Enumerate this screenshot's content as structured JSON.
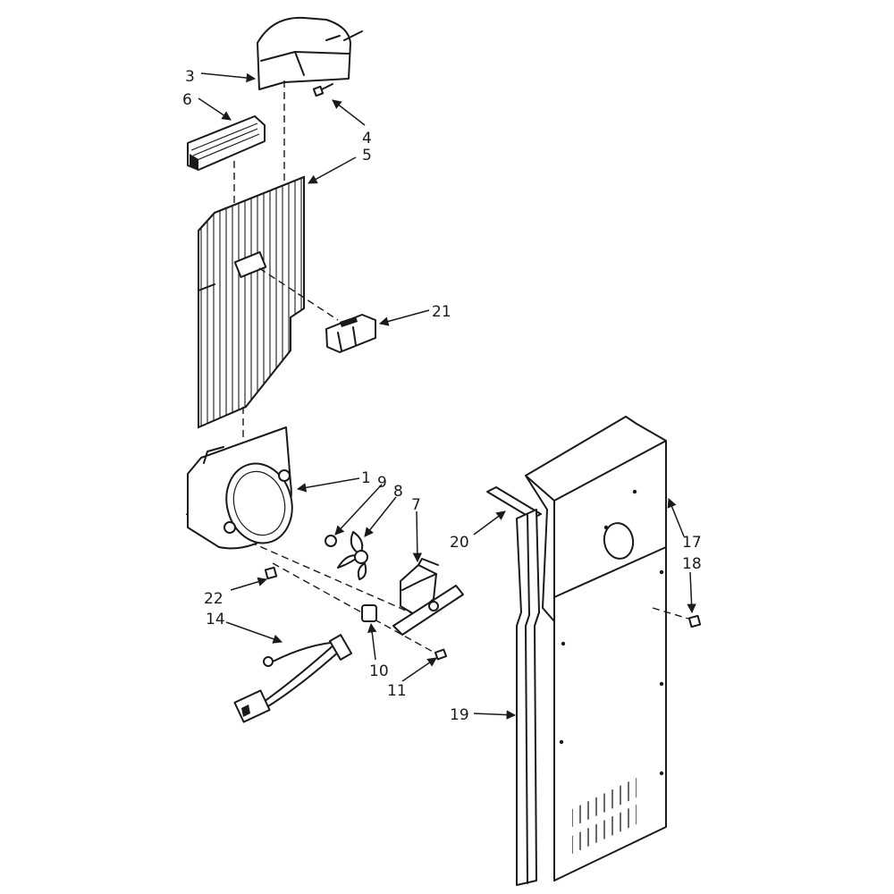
{
  "callouts": [
    {
      "label": "3"
    },
    {
      "label": "6"
    },
    {
      "label": "4"
    },
    {
      "label": "5"
    },
    {
      "label": "21"
    },
    {
      "label": "1"
    },
    {
      "label": "9"
    },
    {
      "label": "8"
    },
    {
      "label": "7"
    },
    {
      "label": "20"
    },
    {
      "label": "17"
    },
    {
      "label": "18"
    },
    {
      "label": "22"
    },
    {
      "label": "14"
    },
    {
      "label": "10"
    },
    {
      "label": "11"
    },
    {
      "label": "19"
    }
  ]
}
